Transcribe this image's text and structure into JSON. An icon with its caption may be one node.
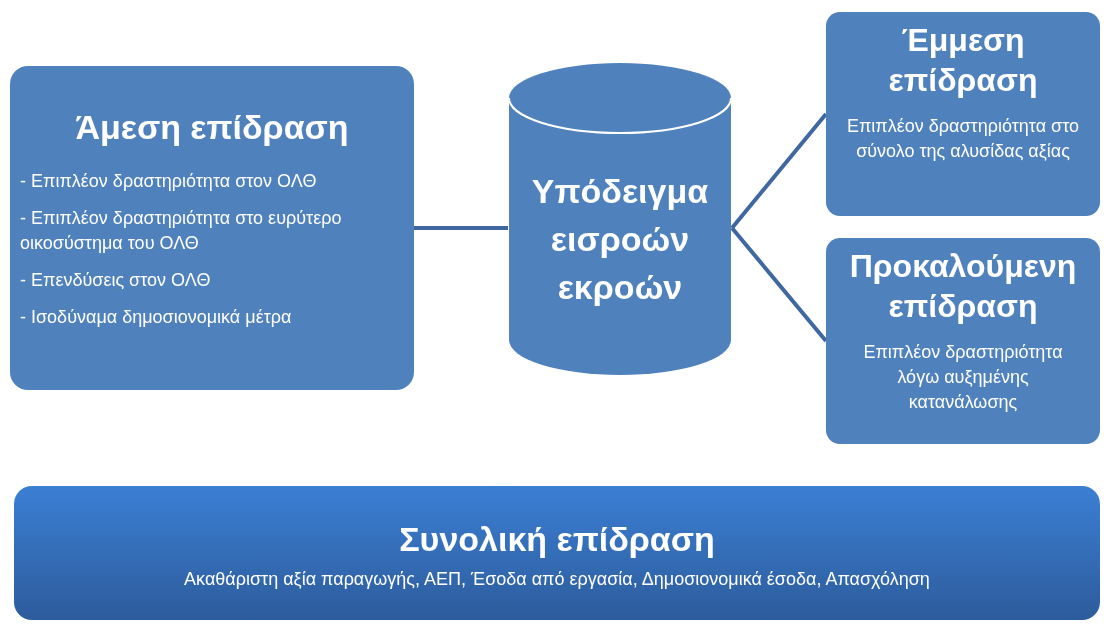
{
  "diagram": {
    "nodes": [
      {
        "text": [
          "Άμεση επίδραση",
          "- Επιπλέον δραστηριότητα στον ΟΛΘ",
          "- Επιπλέον δραστηριότητα στο ευρύτερο οικοσύστημα του ΟΛΘ",
          "- Επενδύσεις στον ΟΛΘ",
          "- Ισοδύναμα δημοσιονομικά μέτρα"
        ]
      },
      {
        "text": [
          "Υπόδειγμα εισροών εκροών"
        ]
      },
      {
        "text": [
          "Έμμεση επίδραση",
          "Επιπλέον δραστηριότητα στο σύνολο της αλυσίδας αξίας"
        ]
      },
      {
        "text": [
          "Προκαλούμενη επίδραση",
          "Επιπλέον δραστηριότητα λόγω αυξημένης κατανάλωσης"
        ]
      },
      {
        "text": [
          "Συνολική επίδραση",
          "Ακαθάριστη αξία παραγωγής, ΑΕΠ, Έσοδα από εργασία, Δημοσιονομικά έσοδα, Απασχόληση"
        ]
      }
    ],
    "edges": [
      {
        "from": 0,
        "to": 1,
        "arrow": "none"
      },
      {
        "from": 1,
        "to": 2,
        "arrow": "none"
      },
      {
        "from": 1,
        "to": 3,
        "arrow": "none"
      }
    ]
  }
}
